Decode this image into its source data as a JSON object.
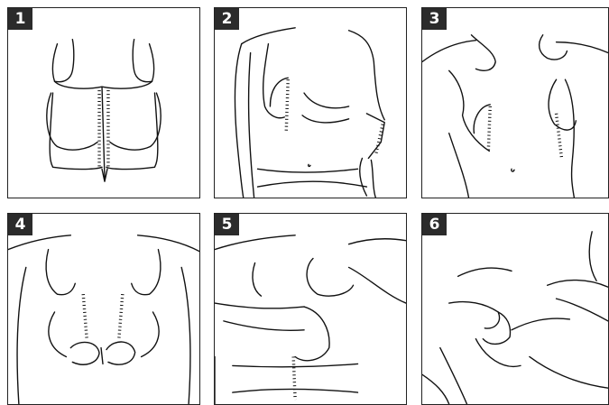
{
  "steps": [
    {
      "number": "1",
      "illustration": "open-bra-front-zipper-icon"
    },
    {
      "number": "2",
      "illustration": "bra-on-one-arm-icon"
    },
    {
      "number": "3",
      "illustration": "bra-over-shoulders-icon"
    },
    {
      "number": "4",
      "illustration": "closing-zipper-icon"
    },
    {
      "number": "5",
      "illustration": "adjusting-cup-icon"
    },
    {
      "number": "6",
      "illustration": "adjusting-underwire-icon"
    }
  ]
}
